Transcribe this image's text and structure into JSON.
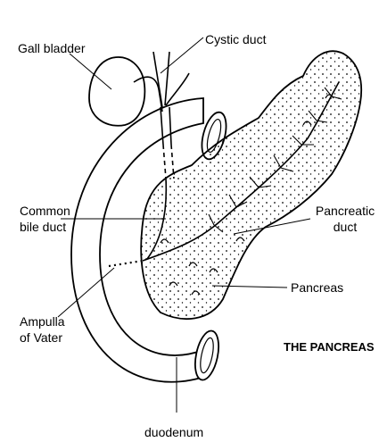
{
  "labels": {
    "gall_bladder": "Gall bladder",
    "cystic_duct": "Cystic duct",
    "common_bile_duct_1": "Common",
    "common_bile_duct_2": "bile duct",
    "pancreatic_duct_1": "Pancreatic",
    "pancreatic_duct_2": "duct",
    "pancreas": "Pancreas",
    "ampulla_1": "Ampulla",
    "ampulla_2": "of Vater",
    "duodenum": "duodenum"
  },
  "title": "THE PANCREAS",
  "colors": {
    "ink": "#000000",
    "background": "#ffffff",
    "pancreas_fill": "#f4f4f4"
  }
}
